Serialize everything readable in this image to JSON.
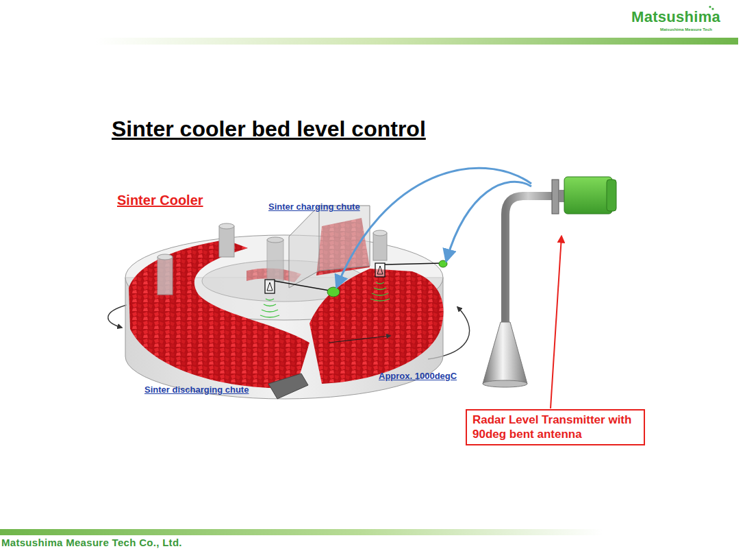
{
  "diagram": {
    "title": "Sinter cooler bed level control",
    "nodes": [
      {
        "text": [
          "Radar Level Transmitter with 90deg bent antenna"
        ]
      }
    ],
    "labels": [
      "Matsushima",
      "Matsushima Measure Tech",
      "Sinter Cooler",
      "Sinter charging chute",
      "Approx. 1000degC",
      "Sinter discharging chute",
      "Matsushima Measure Tech Co., Ltd."
    ]
  }
}
